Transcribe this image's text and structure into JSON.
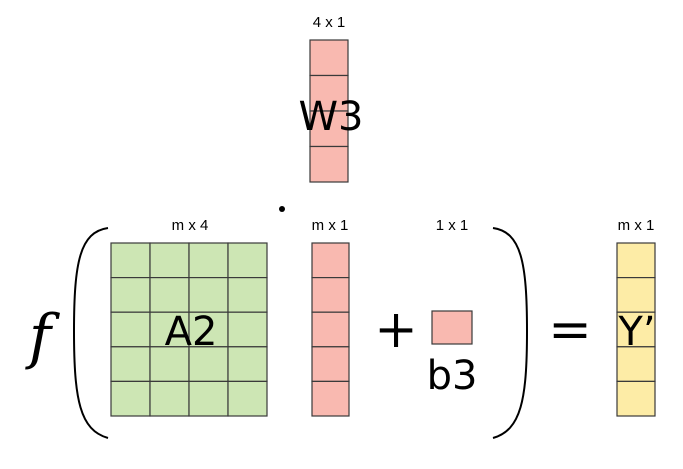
{
  "colors": {
    "green": "#cde6b4",
    "pink": "#f9b9b0",
    "yellow": "#fdeca6",
    "stroke": "#3a3a3a"
  },
  "labels": {
    "w3_dim": "4 x 1",
    "w3_name": "W3",
    "a2_dim": "m x 4",
    "a2_name": "A2",
    "mid_dim": "m x 1",
    "b3_dim": "1 x 1",
    "b3_name": "b3",
    "y_dim": "m x 1",
    "y_name": "Y’",
    "func": "f",
    "plus": "+",
    "equals": "="
  },
  "matrices": {
    "w3": {
      "rows": 4,
      "cols": 1
    },
    "a2": {
      "rows": 5,
      "cols": 4
    },
    "mid": {
      "rows": 5,
      "cols": 1
    },
    "b3": {
      "rows": 1,
      "cols": 1
    },
    "y": {
      "rows": 5,
      "cols": 1
    }
  }
}
